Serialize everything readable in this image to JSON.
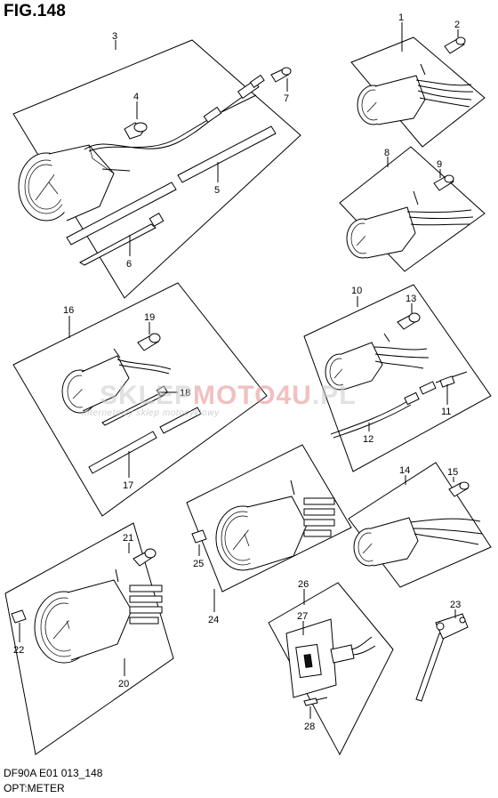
{
  "header": {
    "figure_title": "FIG.148"
  },
  "footer": {
    "model_code": "DF90A E01 013_148",
    "section_name": "OPT:METER"
  },
  "watermark": {
    "brand_part1": "SKLEP",
    "brand_part2": "MOTO",
    "brand_part3": "4U",
    "brand_tld": ".PL",
    "tagline": "internetowy sklep motocyklowy"
  },
  "callouts": {
    "c1": "1",
    "c2": "2",
    "c3": "3",
    "c4": "4",
    "c5": "5",
    "c6": "6",
    "c7": "7",
    "c8": "8",
    "c9": "9",
    "c10": "10",
    "c11": "11",
    "c12": "12",
    "c13": "13",
    "c14": "14",
    "c15": "15",
    "c16": "16",
    "c17": "17",
    "c18": "18",
    "c19": "19",
    "c20": "20",
    "c21": "21",
    "c22": "22",
    "c23": "23",
    "c24": "24",
    "c25": "25",
    "c26": "26",
    "c27": "27",
    "c28": "28"
  },
  "colors": {
    "line": "#000000",
    "background": "#ffffff",
    "watermark_gray": "#c8c8c8",
    "watermark_red": "#e68c8c"
  }
}
